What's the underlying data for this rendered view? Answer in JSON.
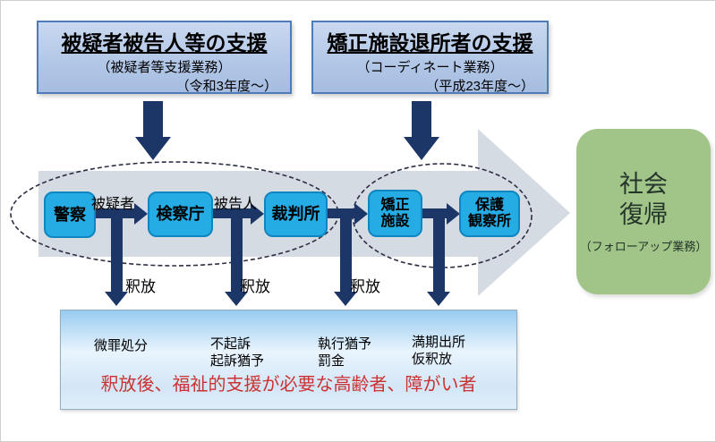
{
  "colors": {
    "arrow_navy": "#1b3667",
    "flow_gray": "#d5dbe3",
    "ellipse_stroke": "#2e2e44",
    "process_cyan": "#25ace4",
    "panel_blue": "#b3c8e7",
    "goal_green": "#a1c588",
    "note_red": "#cb3333"
  },
  "support_panels": [
    {
      "title": "被疑者被告人等の支援",
      "subtitle": "（被疑者等支援業務）",
      "period": "（令和3年度～）"
    },
    {
      "title": "矯正施設退所者の支援",
      "subtitle": "（コーディネート業務）",
      "period": "（平成23年度～）"
    }
  ],
  "stages": [
    {
      "line1": "警察",
      "line2": ""
    },
    {
      "line1": "検察庁",
      "line2": ""
    },
    {
      "line1": "裁判所",
      "line2": ""
    },
    {
      "line1": "矯正",
      "line2": "施設"
    },
    {
      "line1": "保護",
      "line2": "観察所"
    }
  ],
  "transfer_labels": {
    "suspect": "被疑者",
    "defendant": "被告人"
  },
  "release_label": "釈放",
  "outcomes": [
    {
      "line1": "微罪処分",
      "line2": ""
    },
    {
      "line1": "不起訴",
      "line2": "起訴猶予"
    },
    {
      "line1": "執行猶予",
      "line2": "罰金"
    },
    {
      "line1": "満期出所",
      "line2": "仮釈放"
    }
  ],
  "note": "釈放後、福祉的支援が必要な高齢者、障がい者",
  "goal": {
    "line1": "社会",
    "line2": "復帰",
    "subtitle": "（フォローアップ業務）"
  }
}
